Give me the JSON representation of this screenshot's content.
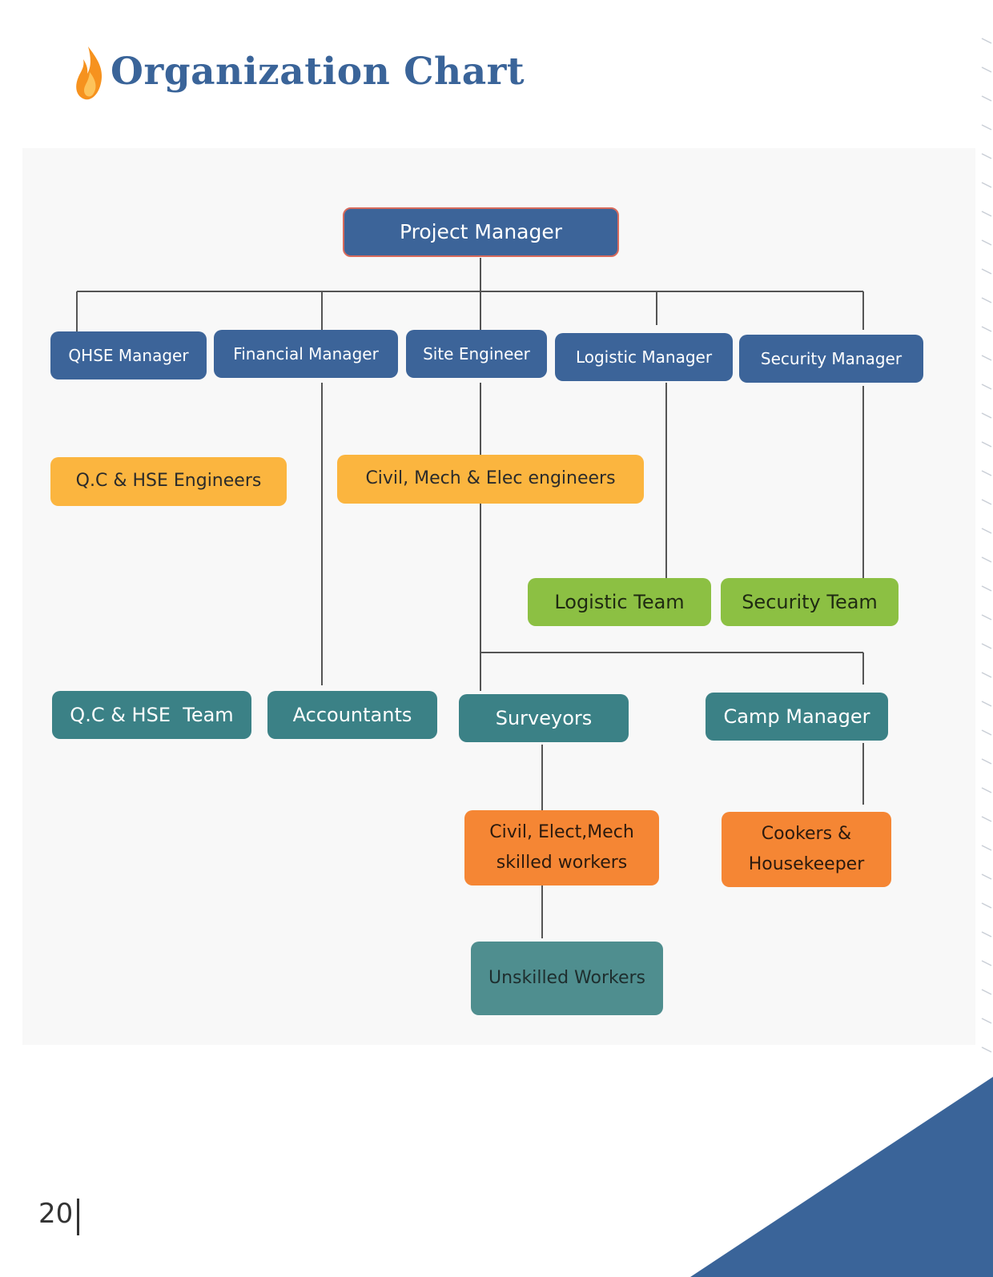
{
  "page": {
    "title": "Organization Chart",
    "page_number": "20"
  },
  "colors": {
    "title": "#3a6499",
    "manager_box": "#3c6499",
    "engineer_box": "#fbb53f",
    "team_box_green": "#8cc043",
    "team_box_teal": "#3b8186",
    "worker_box_orange": "#f58634",
    "accent_corner": "#3a6499",
    "flame": "#f6921e"
  },
  "nodes": {
    "project_manager": "Project Manager",
    "qhse_manager": "QHSE Manager",
    "financial_manager": "Financial Manager",
    "site_engineer": "Site Engineer",
    "logistic_manager": "Logistic Manager",
    "security_manager": "Security Manager",
    "qc_hse_engineers": "Q.C & HSE Engineers",
    "civil_mech_elec_engineers": "Civil, Mech & Elec engineers",
    "logistic_team": "Logistic Team",
    "security_team": "Security Team",
    "qc_hse_team": "Q.C & HSE  Team",
    "accountants": "Accountants",
    "surveyors": "Surveyors",
    "camp_manager": "Camp Manager",
    "skilled_workers_line1": "Civil, Elect,Mech",
    "skilled_workers_line2": "skilled workers",
    "cookers_line1": "Cookers &",
    "cookers_line2": "Housekeeper",
    "unskilled_workers": "Unskilled Workers"
  }
}
